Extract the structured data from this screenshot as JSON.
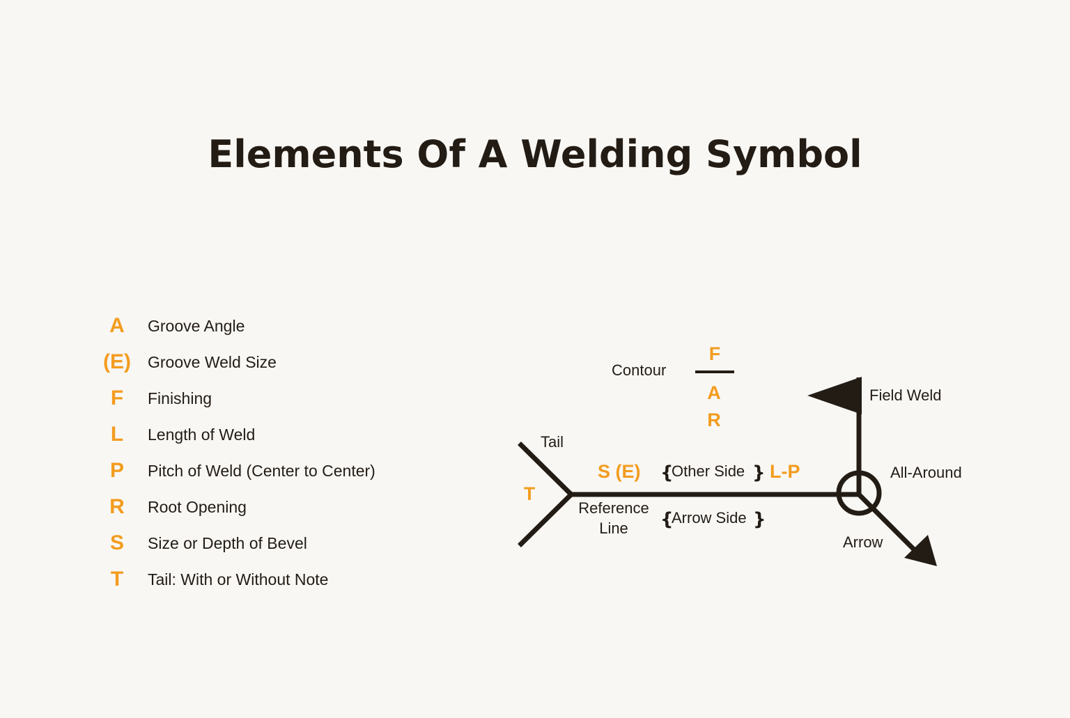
{
  "title": "Elements Of A Welding Symbol",
  "legend": [
    {
      "key": "A",
      "label": "Groove Angle"
    },
    {
      "key": "(E)",
      "label": "Groove Weld Size"
    },
    {
      "key": "F",
      "label": "Finishing"
    },
    {
      "key": "L",
      "label": "Length of Weld"
    },
    {
      "key": "P",
      "label": "Pitch of Weld (Center to Center)"
    },
    {
      "key": "R",
      "label": "Root Opening"
    },
    {
      "key": "S",
      "label": "Size or Depth of Bevel"
    },
    {
      "key": "T",
      "label": "Tail: With or Without Note"
    }
  ],
  "diagram": {
    "contour": "Contour",
    "f": "F",
    "a": "A",
    "r": "R",
    "field_weld": "Field Weld",
    "tail": "Tail",
    "t": "T",
    "s_e": "S (E)",
    "other_side": "Other Side",
    "l_p": "L-P",
    "all_around": "All-Around",
    "reference": "Reference",
    "line": "Line",
    "arrow_side": "Arrow Side",
    "arrow": "Arrow",
    "brace_open": "{",
    "brace_close": "}"
  },
  "colors": {
    "accent": "#f39c1f",
    "ink": "#231c15",
    "background": "#f8f7f4"
  }
}
